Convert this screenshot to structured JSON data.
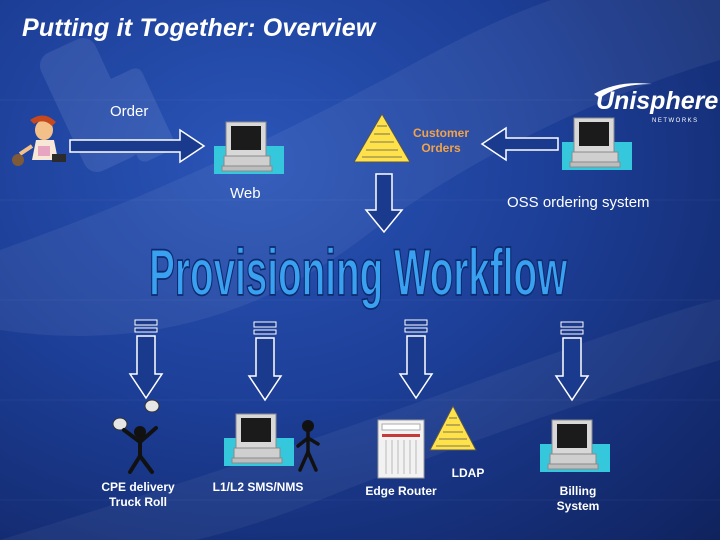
{
  "slide": {
    "title": "Putting it Together: Overview",
    "logo_text": "Unisphere",
    "logo_subtext": "NETWORKS",
    "headline": "Provisioning Workflow"
  },
  "top_flow": {
    "order_label": "Order",
    "customer_orders_label": [
      "Customer",
      "Orders"
    ],
    "web_label": "Web",
    "oss_label": "OSS ordering system"
  },
  "outputs": {
    "cpe_label": [
      "CPE delivery",
      "Truck Roll"
    ],
    "l1l2_label": "L1/L2 SMS/NMS",
    "edge_router_label": "Edge Router",
    "ldap_label": "LDAP",
    "billing_label": [
      "Billing",
      "System"
    ]
  },
  "colors": {
    "background": "#1d3f98",
    "title": "#ffffff",
    "headline": "#3aa0f0",
    "orange_label": "#f2a34a",
    "document": "#ffe14a",
    "monitor_screen": "#1b1b1b",
    "desk": "#35c7dc"
  },
  "icons": [
    "person-icon",
    "computer-icon",
    "document-stack-icon",
    "arrow-right-icon",
    "arrow-left-icon",
    "arrow-down-icon",
    "juggler-icon",
    "stick-figure-icon",
    "router-icon"
  ]
}
